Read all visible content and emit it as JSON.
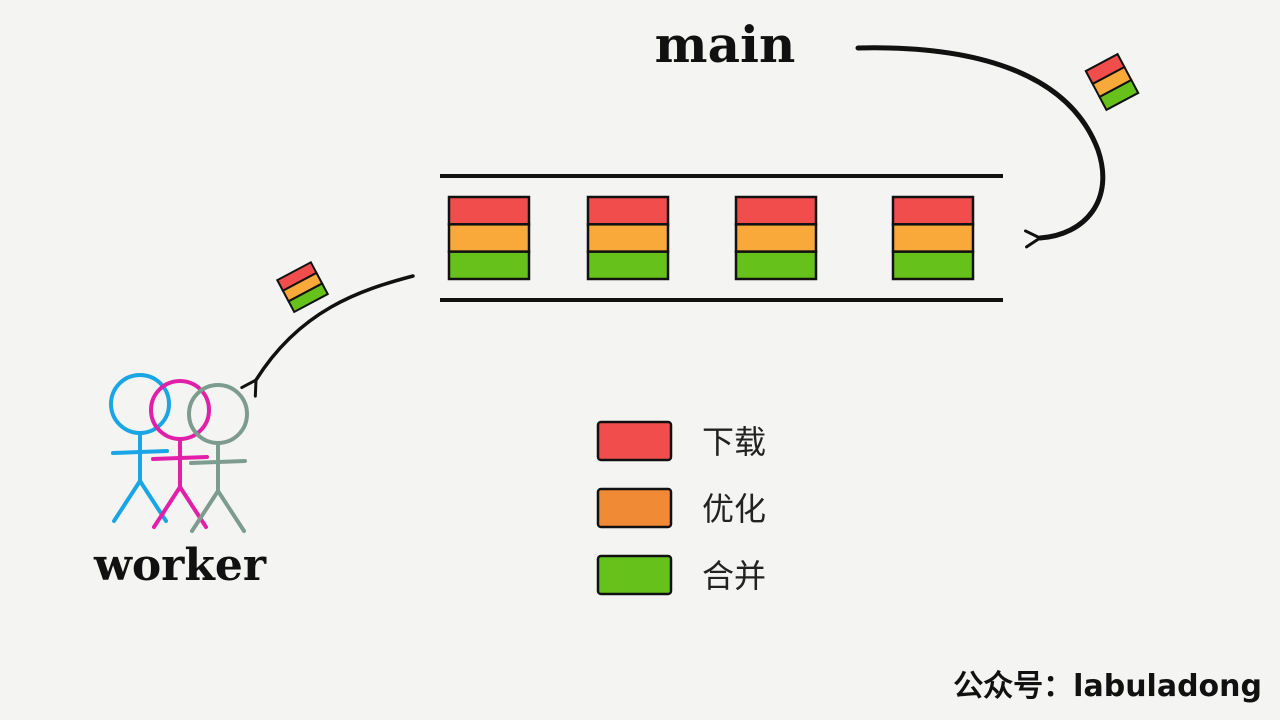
{
  "labels": {
    "main": "main",
    "worker": "worker"
  },
  "queue": {
    "task_count": 4
  },
  "legend": [
    {
      "label": "下载",
      "color": "#f24d4d"
    },
    {
      "label": "优化",
      "color": "#f08a35"
    },
    {
      "label": "合并",
      "color": "#66c21a"
    }
  ],
  "task_colors": {
    "download": "#f24d4d",
    "optimize": "#f8a93a",
    "merge": "#66c21a"
  },
  "worker_colors": [
    "#1aa6e6",
    "#e21fa8",
    "#7d9b8f"
  ],
  "credit": "公众号：labuladong"
}
